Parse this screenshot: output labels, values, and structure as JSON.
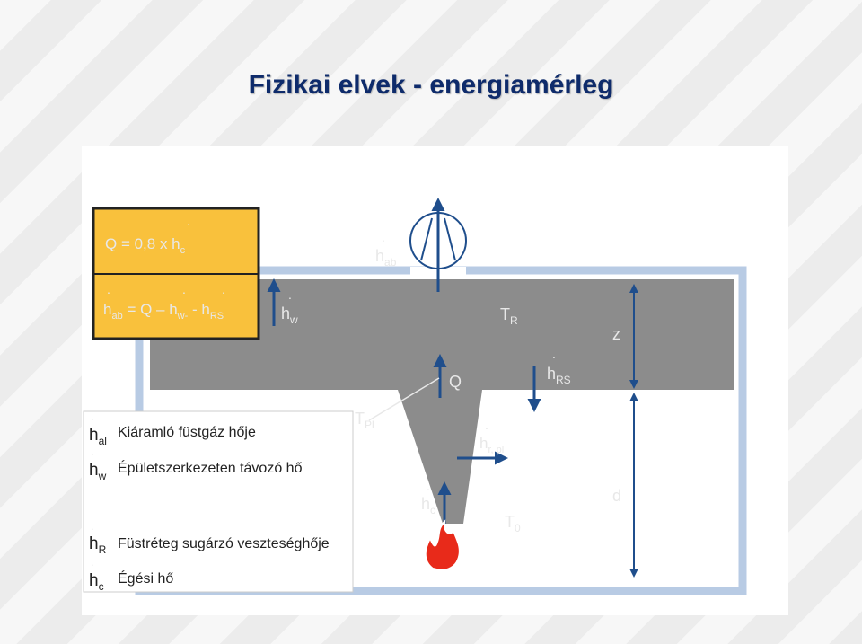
{
  "slide": {
    "title": "Fizikai elvek - energiamérleg"
  },
  "formulas": {
    "q_main": "Q = 0,8 x h",
    "q_sub": "c",
    "hab_h": "h",
    "hab_sub": "ab",
    "hab_mid": " = Q – h",
    "hab_w_sub": "w-",
    "hab_dash": " - h",
    "hab_rs_sub": "RS",
    "dot": "."
  },
  "labels": {
    "h": "h",
    "T": "T",
    "h_ab_sub": "ab",
    "h_w_sub": "w",
    "T_R_sub": "R",
    "z": "z",
    "Q": "Q",
    "h_RS_sub": "RS",
    "T_Pl_sub": "Pl",
    "h_r_pl_sub": "r, pl",
    "h_c_sub": "c",
    "d": "d",
    "T_0_sub": "0"
  },
  "legend": [
    {
      "sub": "al",
      "text": "Kiáramló füstgáz hője"
    },
    {
      "sub": "w",
      "text": "Épületszerkezeten távozó hő"
    },
    {
      "sub": "R",
      "text": "Füstréteg sugárzó veszteséghője"
    },
    {
      "sub": "c",
      "text": "Égési hő"
    }
  ],
  "colors": {
    "title": "#0e2b6b",
    "arrow": "#1f4e8c",
    "wall": "#b8cbe4",
    "smoke_layer": "#8c8c8c",
    "formula_box": "#f9c13c",
    "flame": "#e82a1a",
    "label": "#e8e8e8"
  }
}
